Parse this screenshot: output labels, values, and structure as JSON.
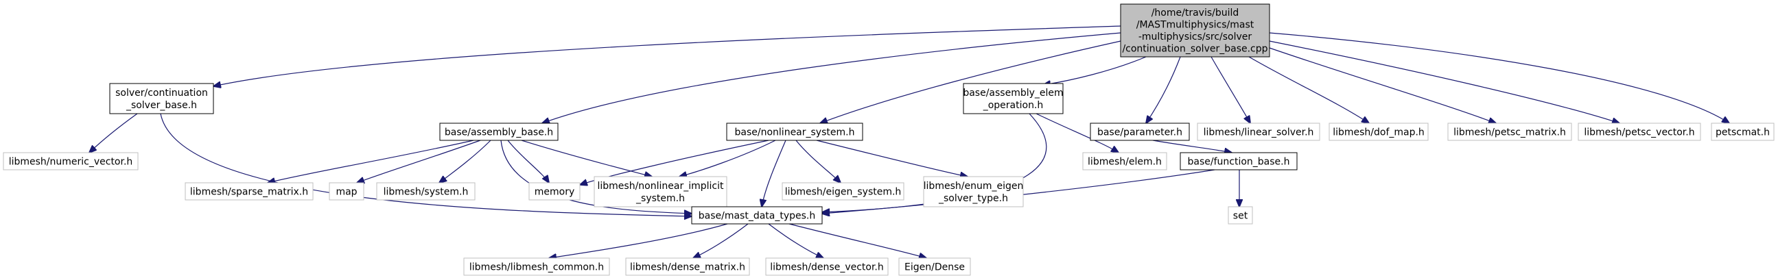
{
  "colors": {
    "edge": "#191970",
    "root_fill": "#bfbfbf",
    "root_stroke": "#000000",
    "internal_stroke": "#000000",
    "external_stroke": "#bfbfbf",
    "fill": "#ffffff",
    "text": "#000000"
  },
  "nodes": [
    {
      "id": "root",
      "kind": "root",
      "lines": [
        "/home/travis/build",
        "/MASTmultiphysics/mast",
        "-multiphysics/src/solver",
        "/continuation_solver_base.cpp"
      ]
    },
    {
      "id": "solver_continuation",
      "kind": "internal",
      "lines": [
        "solver/continuation",
        "_solver_base.h"
      ]
    },
    {
      "id": "assembly_base",
      "kind": "internal",
      "lines": [
        "base/assembly_base.h"
      ]
    },
    {
      "id": "nonlinear_system",
      "kind": "internal",
      "lines": [
        "base/nonlinear_system.h"
      ]
    },
    {
      "id": "assembly_elem",
      "kind": "internal",
      "lines": [
        "base/assembly_elem",
        "_operation.h"
      ]
    },
    {
      "id": "parameter",
      "kind": "internal",
      "lines": [
        "base/parameter.h"
      ]
    },
    {
      "id": "linear_solver",
      "kind": "external",
      "lines": [
        "libmesh/linear_solver.h"
      ]
    },
    {
      "id": "dof_map",
      "kind": "external",
      "lines": [
        "libmesh/dof_map.h"
      ]
    },
    {
      "id": "petsc_matrix",
      "kind": "external",
      "lines": [
        "libmesh/petsc_matrix.h"
      ]
    },
    {
      "id": "petsc_vector",
      "kind": "external",
      "lines": [
        "libmesh/petsc_vector.h"
      ]
    },
    {
      "id": "petscmat",
      "kind": "external",
      "lines": [
        "petscmat.h"
      ]
    },
    {
      "id": "numeric_vector",
      "kind": "external",
      "lines": [
        "libmesh/numeric_vector.h"
      ]
    },
    {
      "id": "sparse_matrix",
      "kind": "external",
      "lines": [
        "libmesh/sparse_matrix.h"
      ]
    },
    {
      "id": "map",
      "kind": "external",
      "lines": [
        "map"
      ]
    },
    {
      "id": "system",
      "kind": "external",
      "lines": [
        "libmesh/system.h"
      ]
    },
    {
      "id": "memory",
      "kind": "external",
      "lines": [
        "memory"
      ]
    },
    {
      "id": "nonlinear_implicit",
      "kind": "external",
      "lines": [
        "libmesh/nonlinear_implicit",
        "_system.h"
      ]
    },
    {
      "id": "eigen_system",
      "kind": "external",
      "lines": [
        "libmesh/eigen_system.h"
      ]
    },
    {
      "id": "enum_eigen",
      "kind": "external",
      "lines": [
        "libmesh/enum_eigen",
        "_solver_type.h"
      ]
    },
    {
      "id": "elem",
      "kind": "external",
      "lines": [
        "libmesh/elem.h"
      ]
    },
    {
      "id": "function_base",
      "kind": "internal",
      "lines": [
        "base/function_base.h"
      ]
    },
    {
      "id": "set",
      "kind": "external",
      "lines": [
        "set"
      ]
    },
    {
      "id": "mast_data_types",
      "kind": "internal",
      "lines": [
        "base/mast_data_types.h"
      ]
    },
    {
      "id": "libmesh_common",
      "kind": "external",
      "lines": [
        "libmesh/libmesh_common.h"
      ]
    },
    {
      "id": "dense_matrix",
      "kind": "external",
      "lines": [
        "libmesh/dense_matrix.h"
      ]
    },
    {
      "id": "dense_vector",
      "kind": "external",
      "lines": [
        "libmesh/dense_vector.h"
      ]
    },
    {
      "id": "eigen_dense",
      "kind": "external",
      "lines": [
        "Eigen/Dense"
      ]
    }
  ],
  "edges": [
    {
      "from": "root",
      "to": "solver_continuation"
    },
    {
      "from": "root",
      "to": "assembly_base"
    },
    {
      "from": "root",
      "to": "nonlinear_system"
    },
    {
      "from": "root",
      "to": "assembly_elem"
    },
    {
      "from": "root",
      "to": "parameter"
    },
    {
      "from": "root",
      "to": "linear_solver"
    },
    {
      "from": "root",
      "to": "dof_map"
    },
    {
      "from": "root",
      "to": "petsc_matrix"
    },
    {
      "from": "root",
      "to": "petsc_vector"
    },
    {
      "from": "root",
      "to": "petscmat"
    },
    {
      "from": "solver_continuation",
      "to": "numeric_vector"
    },
    {
      "from": "solver_continuation",
      "to": "mast_data_types"
    },
    {
      "from": "assembly_base",
      "to": "sparse_matrix"
    },
    {
      "from": "assembly_base",
      "to": "map"
    },
    {
      "from": "assembly_base",
      "to": "system"
    },
    {
      "from": "assembly_base",
      "to": "memory"
    },
    {
      "from": "assembly_base",
      "to": "nonlinear_implicit"
    },
    {
      "from": "assembly_base",
      "to": "mast_data_types"
    },
    {
      "from": "nonlinear_system",
      "to": "memory"
    },
    {
      "from": "nonlinear_system",
      "to": "nonlinear_implicit"
    },
    {
      "from": "nonlinear_system",
      "to": "eigen_system"
    },
    {
      "from": "nonlinear_system",
      "to": "enum_eigen"
    },
    {
      "from": "nonlinear_system",
      "to": "mast_data_types"
    },
    {
      "from": "assembly_elem",
      "to": "elem"
    },
    {
      "from": "assembly_elem",
      "to": "mast_data_types"
    },
    {
      "from": "parameter",
      "to": "function_base"
    },
    {
      "from": "function_base",
      "to": "mast_data_types"
    },
    {
      "from": "function_base",
      "to": "set"
    },
    {
      "from": "mast_data_types",
      "to": "libmesh_common"
    },
    {
      "from": "mast_data_types",
      "to": "dense_matrix"
    },
    {
      "from": "mast_data_types",
      "to": "dense_vector"
    },
    {
      "from": "mast_data_types",
      "to": "eigen_dense"
    }
  ]
}
